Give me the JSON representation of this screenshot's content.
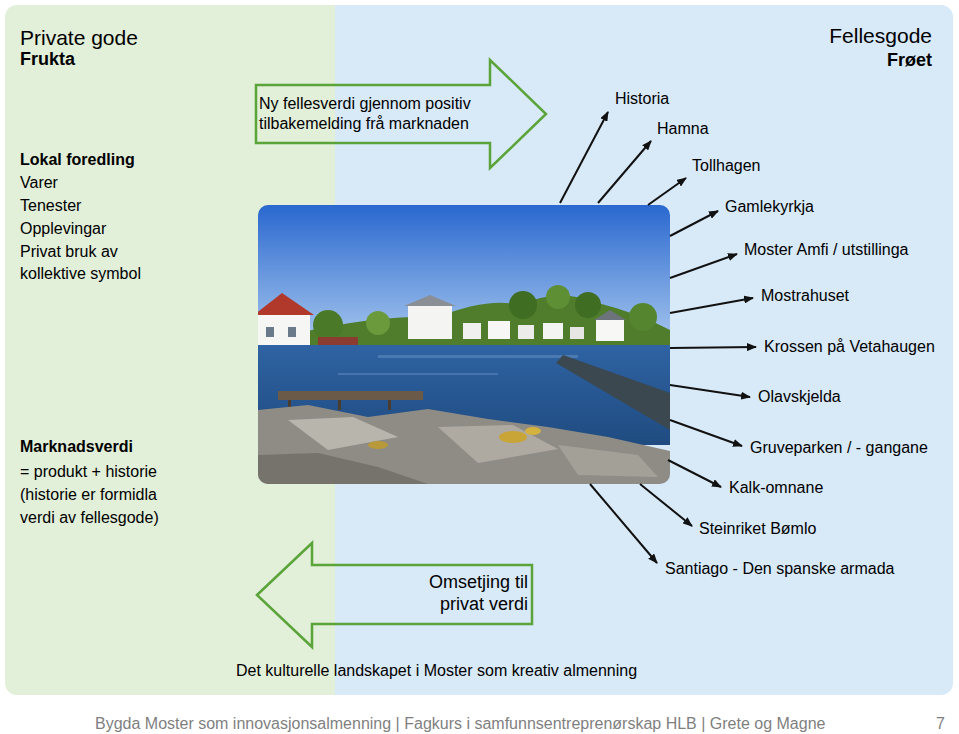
{
  "diagram": {
    "caption": "Det kulturelle landskapet i Moster som kreativ almenning",
    "nodes": [
      {
        "text": [
          "Private gode",
          "Frukta",
          "Lokal foredling",
          "Varer",
          "Tenester",
          "Opplevingar",
          "Privat bruk av kollektive symbol",
          "Marknadsverdi",
          "= produkt + historie (historie er formidla verdi av fellesgode)"
        ]
      },
      {
        "text": [
          "Fellesgode",
          "Frøet"
        ]
      },
      {
        "text": [
          "Ny fellesverdi gjennom positiv tilbakemelding frå marknaden"
        ]
      },
      {
        "text": [
          "Omsetjing til privat verdi"
        ]
      }
    ],
    "labels": [
      "Historia",
      "Hamna",
      "Tollhagen",
      "Gamlekyrkja",
      "Moster Amfi / utstillinga",
      "Mostrahuset",
      "Krossen på Vetahaugen",
      "Olavskjelda",
      "Gruveparken / - gangane",
      "Kalk-omnane",
      "Steinriket Bømlo",
      "Santiago - Den spanske armada",
      "Bygda Moster som innovasjonsalmenning | Fagkurs i samfunnsentreprenørskap HLB | Grete og Magne",
      "7"
    ]
  }
}
